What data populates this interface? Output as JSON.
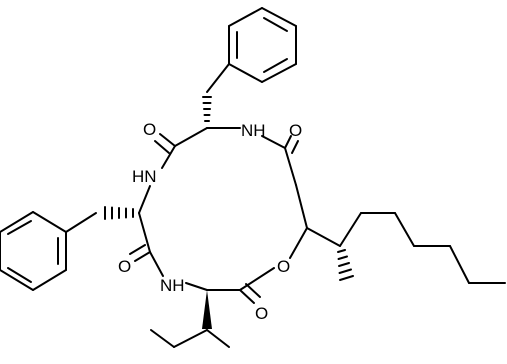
{
  "molecule": {
    "atom_labels": [
      {
        "id": "o-carbonyl-top",
        "text": "O"
      },
      {
        "id": "nh-top",
        "text": "NH"
      },
      {
        "id": "o-carbonyl-right",
        "text": "O"
      },
      {
        "id": "hn-left",
        "text": "HN"
      },
      {
        "id": "o-ring",
        "text": "O"
      },
      {
        "id": "o-carbonyl-left",
        "text": "O"
      },
      {
        "id": "nh-bottom",
        "text": "NH"
      },
      {
        "id": "o-carbonyl-bottom",
        "text": "O"
      }
    ]
  },
  "colors": {
    "bond": "#000000",
    "background": "#ffffff"
  }
}
